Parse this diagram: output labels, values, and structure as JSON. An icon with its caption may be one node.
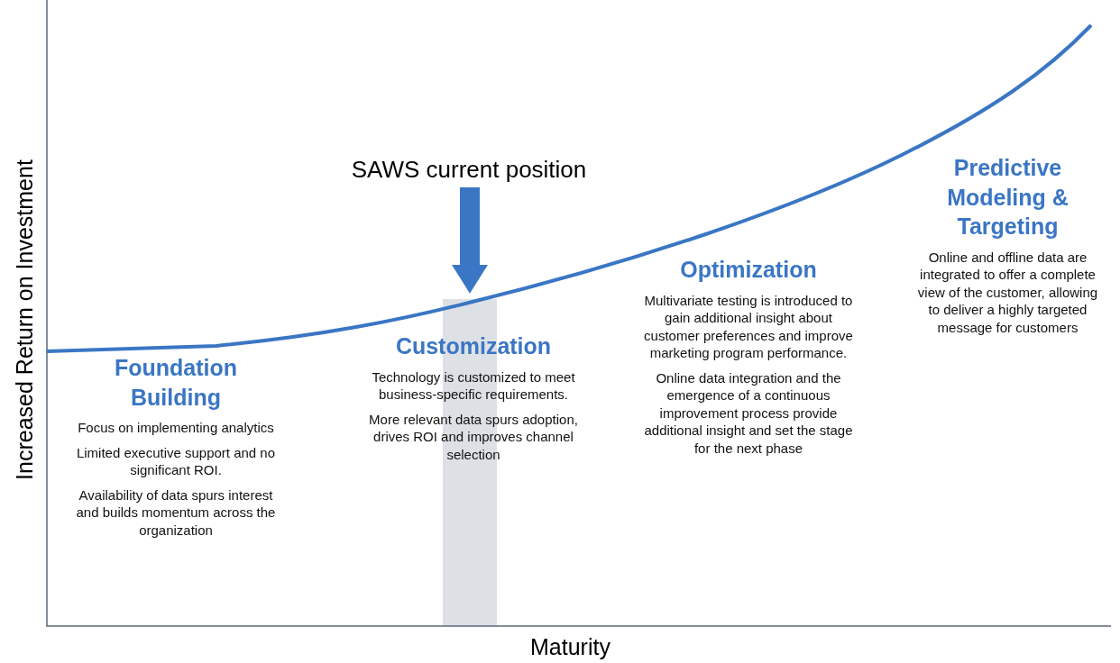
{
  "diagram": {
    "nodes": [
      {
        "text": [
          "SAWS current position"
        ]
      },
      {
        "text": [],
        "shape": "bar"
      }
    ],
    "edges": [
      {
        "from": 0,
        "to": 1,
        "arrow": "to"
      }
    ],
    "labels": [
      "Increased Return on Investment",
      "Maturity",
      "Predictive Modeling & Targeting",
      "Online and offline data are integrated to offer a complete view of the customer, allowing to deliver a highly targeted message for customers",
      "Optimization",
      "Multivariate testing is introduced to gain additional insight about customer preferences and improve marketing program performance.",
      "Online data integration and the emergence of a continuous improvement process provide additional insight and set the stage for the next phase",
      "Customization",
      "Technology is customized to meet business-specific requirements.",
      "More relevant data spurs adoption, drives ROI and improves channel selection",
      "Foundation Building",
      "Focus on implementing analytics",
      "Limited executive support and no significant ROI.",
      "Availability of data spurs interest and builds momentum across the organization"
    ]
  }
}
